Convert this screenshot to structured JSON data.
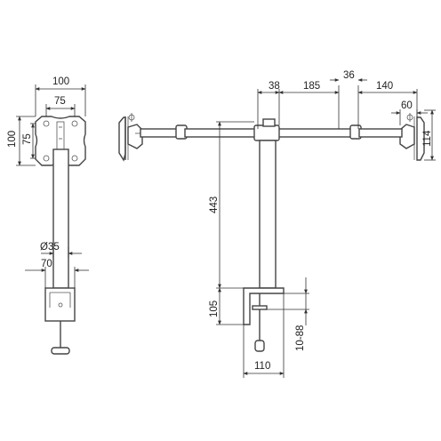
{
  "dimensions": {
    "vesa_outer_width": "100",
    "vesa_inner_width": "75",
    "vesa_outer_height": "100",
    "vesa_inner_height": "75",
    "pole_diameter": "Ø35",
    "clamp_depth_side": "70",
    "arm_offset_left": "38",
    "arm_span": "185",
    "arm_offset_right": "36",
    "arm_extension": "140",
    "head_width": "60",
    "head_height": "114",
    "pole_height": "443",
    "clamp_height": "105",
    "desk_thickness": "10-88",
    "clamp_width": "110"
  }
}
